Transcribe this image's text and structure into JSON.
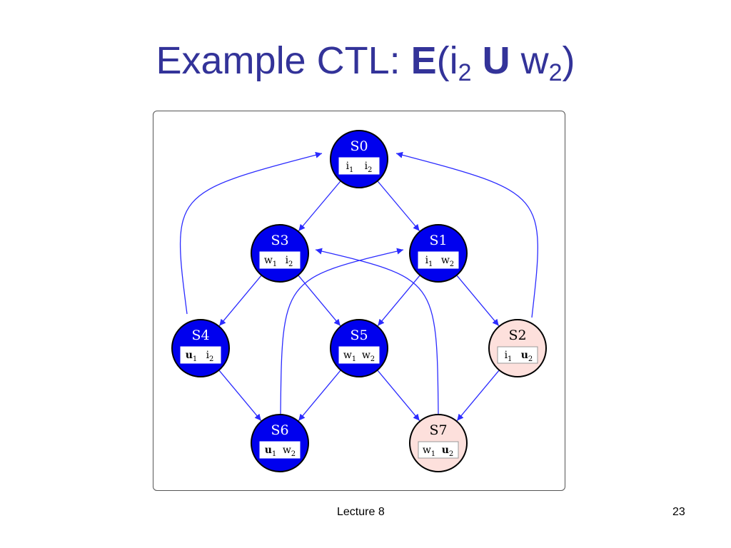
{
  "slide": {
    "title_prefix": "Example CTL: ",
    "title_E": "E",
    "title_open": "(i",
    "title_sub1": "2",
    "title_U": "U",
    "title_w": "w",
    "title_sub2": "2",
    "title_close": ")",
    "footer_center": "Lecture 8",
    "page_number": "23"
  },
  "colors": {
    "title": "#333399",
    "state_blue": "#0000ee",
    "state_pink": "#fde0dc",
    "edge": "#2b2bff"
  },
  "graph": {
    "nodes": [
      {
        "id": "S0",
        "name": "S0",
        "style": "blue",
        "props": [
          {
            "letter": "i",
            "sub": "1",
            "bold": false
          },
          {
            "letter": "i",
            "sub": "2",
            "bold": false
          }
        ]
      },
      {
        "id": "S1",
        "name": "S1",
        "style": "blue",
        "props": [
          {
            "letter": "i",
            "sub": "1",
            "bold": false
          },
          {
            "letter": "w",
            "sub": "2",
            "bold": false
          }
        ]
      },
      {
        "id": "S2",
        "name": "S2",
        "style": "pink",
        "props": [
          {
            "letter": "i",
            "sub": "1",
            "bold": false
          },
          {
            "letter": "u",
            "sub": "2",
            "bold": true
          }
        ]
      },
      {
        "id": "S3",
        "name": "S3",
        "style": "blue",
        "props": [
          {
            "letter": "w",
            "sub": "1",
            "bold": false
          },
          {
            "letter": "i",
            "sub": "2",
            "bold": false
          }
        ]
      },
      {
        "id": "S4",
        "name": "S4",
        "style": "blue",
        "props": [
          {
            "letter": "u",
            "sub": "1",
            "bold": true
          },
          {
            "letter": "i",
            "sub": "2",
            "bold": false
          }
        ]
      },
      {
        "id": "S5",
        "name": "S5",
        "style": "blue",
        "props": [
          {
            "letter": "w",
            "sub": "1",
            "bold": false
          },
          {
            "letter": "w",
            "sub": "2",
            "bold": false
          }
        ]
      },
      {
        "id": "S6",
        "name": "S6",
        "style": "blue",
        "props": [
          {
            "letter": "u",
            "sub": "1",
            "bold": true
          },
          {
            "letter": "w",
            "sub": "2",
            "bold": false
          }
        ]
      },
      {
        "id": "S7",
        "name": "S7",
        "style": "pink",
        "props": [
          {
            "letter": "w",
            "sub": "1",
            "bold": false
          },
          {
            "letter": "u",
            "sub": "2",
            "bold": true
          }
        ]
      }
    ],
    "edges": [
      {
        "from": "S0",
        "to": "S3"
      },
      {
        "from": "S0",
        "to": "S1"
      },
      {
        "from": "S3",
        "to": "S4"
      },
      {
        "from": "S3",
        "to": "S5"
      },
      {
        "from": "S1",
        "to": "S5"
      },
      {
        "from": "S1",
        "to": "S2"
      },
      {
        "from": "S4",
        "to": "S6"
      },
      {
        "from": "S5",
        "to": "S6"
      },
      {
        "from": "S5",
        "to": "S7"
      },
      {
        "from": "S2",
        "to": "S7"
      },
      {
        "from": "S4",
        "to": "S0"
      },
      {
        "from": "S2",
        "to": "S0"
      },
      {
        "from": "S6",
        "to": "S1"
      },
      {
        "from": "S7",
        "to": "S3"
      }
    ]
  }
}
